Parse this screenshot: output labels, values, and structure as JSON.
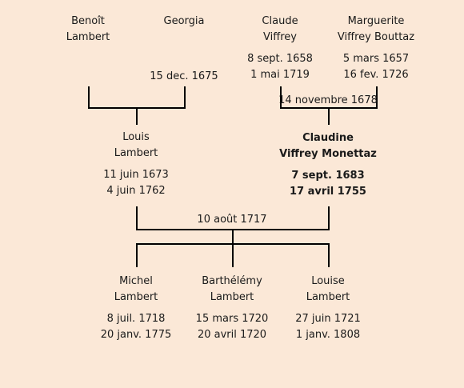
{
  "grandparents": {
    "paternal_father": {
      "name": [
        "Benoît",
        "Lambert"
      ],
      "birth": "",
      "death": ""
    },
    "paternal_mother": {
      "name": [
        "Georgia",
        ""
      ],
      "birth": "",
      "death": "15 dec. 1675"
    },
    "maternal_father": {
      "name": [
        "Claude",
        "Viffrey"
      ],
      "birth": "8 sept. 1658",
      "death": "1 mai 1719"
    },
    "maternal_mother": {
      "name": [
        "Marguerite",
        "Viffrey Bouttaz"
      ],
      "birth": "5 mars 1657",
      "death": "16 fev. 1726"
    },
    "maternal_marriage": "14 novembre 1678"
  },
  "parents": {
    "father": {
      "name": [
        "Louis",
        "Lambert"
      ],
      "birth": "11 juin 1673",
      "death": "4 juin 1762"
    },
    "mother": {
      "name": [
        "Claudine",
        "Viffrey Monettaz"
      ],
      "birth": "7 sept. 1683",
      "death": "17 avril 1755"
    },
    "marriage": "10 août 1717"
  },
  "children": [
    {
      "name": [
        "Michel",
        "Lambert"
      ],
      "birth": "8 juil. 1718",
      "death": "20 janv. 1775"
    },
    {
      "name": [
        "Barthélémy",
        "Lambert"
      ],
      "birth": "15 mars 1720",
      "death": "20 avril 1720"
    },
    {
      "name": [
        "Louise",
        "Lambert"
      ],
      "birth": "27 juin 1721",
      "death": "1 janv. 1808"
    }
  ]
}
